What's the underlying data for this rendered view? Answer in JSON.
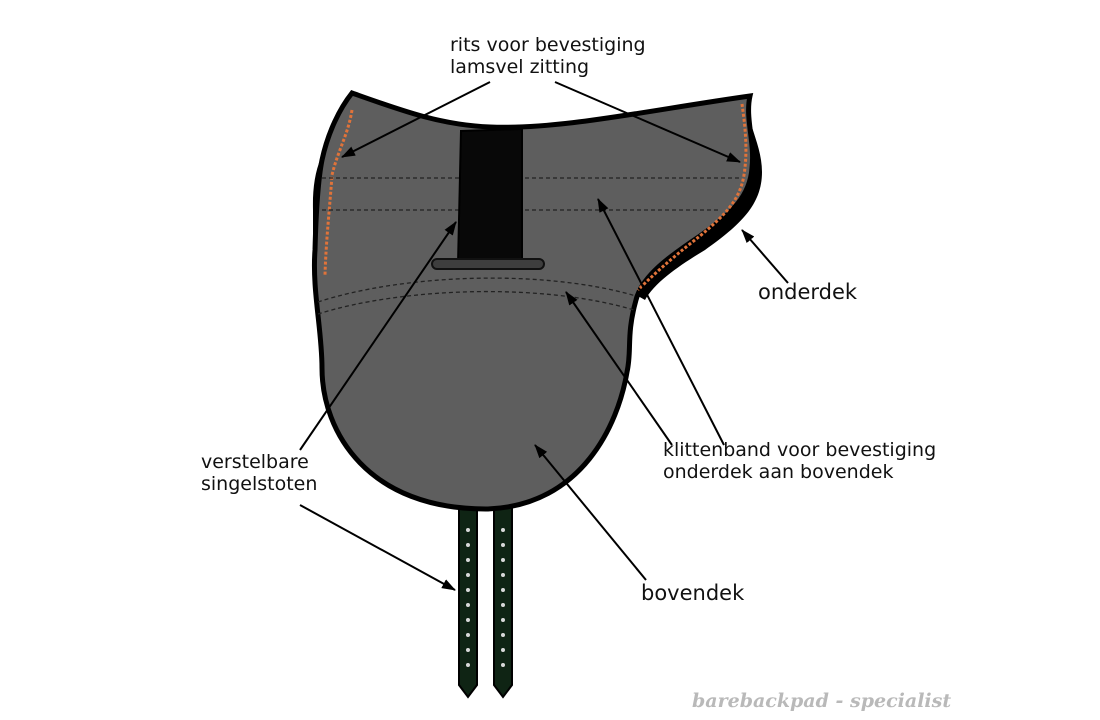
{
  "labels": {
    "zipper": [
      "rits voor bevestiging",
      "lamsvel zitting"
    ],
    "underpad": "onderdek",
    "velcro": [
      "klittenband voor bevestiging",
      "onderdek aan bovendek"
    ],
    "girth_straps": [
      "verstelbare",
      "singelstoten"
    ],
    "top_pad": "bovendek"
  },
  "watermark": "barebackpad - specialist",
  "colors": {
    "pad": "#5e5e5e",
    "outline": "#000000",
    "seat_strip": "#080808",
    "zipper": "#e0733a",
    "strap": "#0f2414",
    "strap_holes": "#d9d9d9",
    "stitching": "#222222"
  }
}
